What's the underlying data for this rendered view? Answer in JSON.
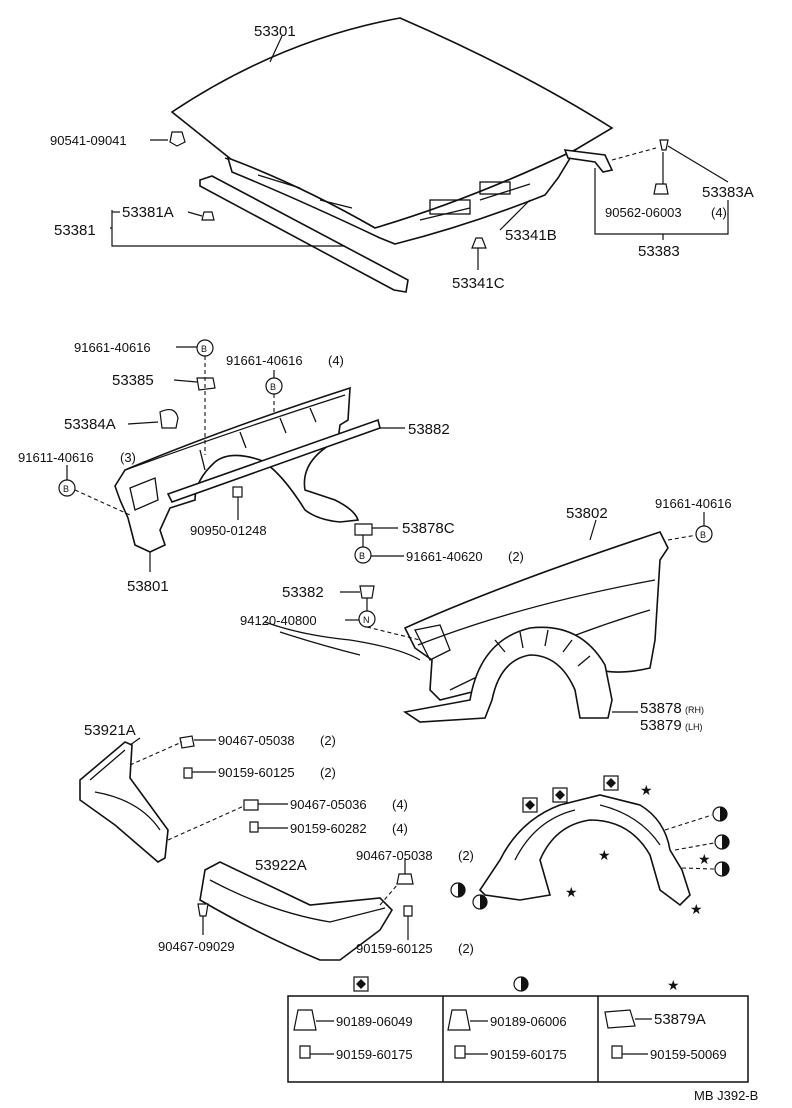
{
  "code": "MB J392-B",
  "labels": {
    "hood": "53301",
    "hood_cushion": "90541-09041",
    "hood_seal": "53381",
    "hood_seal_clip": "53381A",
    "hood_insulator": "53341B",
    "insulator_clip": "53341C",
    "hood_stop_clip": "53383A",
    "hood_stop_nut": "90562-06003",
    "hood_stop_nut_qty": "(4)",
    "hood_stop": "53383",
    "bolt_left_top": "91661-40616",
    "bolt_top_qty": "91661-40616",
    "bolt_top_qty_n": "(4)",
    "bracket_clip": "53385",
    "bracket_clip_a": "53384A",
    "fender_seal": "53882",
    "bolt_left_side": "91611-40616",
    "bolt_left_side_qty": "(3)",
    "fender_lh": "53801",
    "fender_plate": "90950-01248",
    "liner_clip": "53878C",
    "bolt_lower": "91661-40620",
    "bolt_lower_qty": "(2)",
    "fender_rh": "53802",
    "bolt_right": "91661-40616",
    "fender_bolt": "53382",
    "washer": "94120-40800",
    "liner_rh": "53878",
    "liner_rh_side": "(RH)",
    "liner_lh": "53879",
    "liner_lh_side": "(LH)",
    "apron_front": "53921A",
    "nut_apron_1": "90467-05038",
    "nut_apron_1_qty": "(2)",
    "screw_apron_1": "90159-60125",
    "screw_apron_1_qty": "(2)",
    "nut_apron_2": "90467-05036",
    "nut_apron_2_qty": "(4)",
    "screw_apron_2": "90159-60282",
    "screw_apron_2_qty": "(4)",
    "apron_rear": "53922A",
    "nut_apron_3": "90467-05038",
    "nut_apron_3_qty": "(2)",
    "clip_apron": "90467-09029",
    "screw_apron_3": "90159-60125",
    "screw_apron_3_qty": "(2)"
  },
  "legend": {
    "groups": [
      {
        "symbol": "diamond",
        "nut": "90189-06049",
        "screw": "90159-60175"
      },
      {
        "symbol": "half-circle",
        "nut": "90189-06006",
        "screw": "90159-60175"
      },
      {
        "symbol": "star",
        "nut": "53879A",
        "screw": "90159-50069"
      }
    ]
  },
  "markers": {
    "b": "B",
    "n": "N"
  }
}
